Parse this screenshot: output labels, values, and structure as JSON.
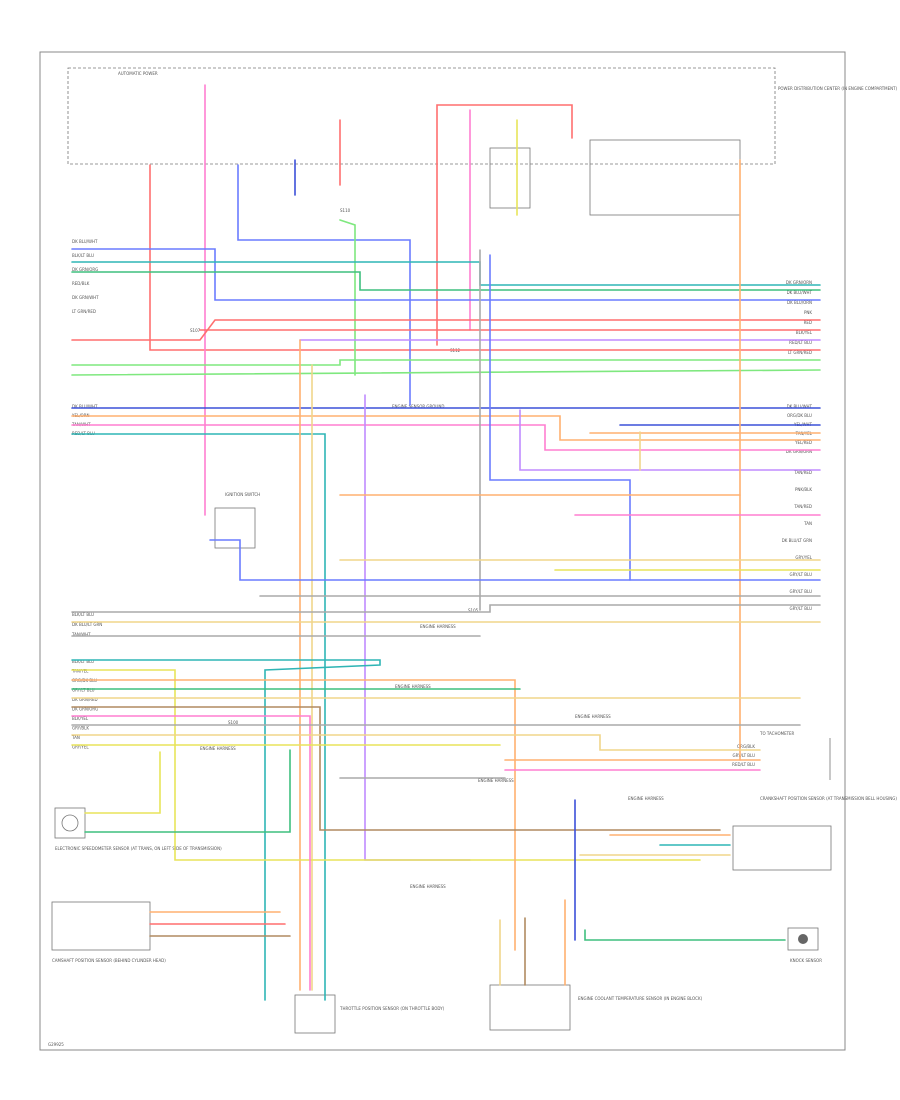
{
  "diagram": {
    "figure_id": "G29925",
    "palette": {
      "red": "#ff6f6f",
      "pink": "#ff7fd0",
      "orange": "#ffb070",
      "tan": "#f0d58a",
      "yellow": "#e8e45a",
      "green": "#7fe87f",
      "dkgreen": "#3fbf7f",
      "teal": "#2fb5b5",
      "blue": "#6a7cff",
      "dkblue": "#3c50d8",
      "violet": "#c08bff",
      "gray": "#aaaaaa",
      "brown": "#b08a60",
      "black": "#555555"
    },
    "components": {
      "pdc": "AUTOMATIC POWER",
      "pdc_side": "POWER DISTRIBUTION CENTER (IN ENGINE COMPARTMENT)",
      "ignition": "IGNITION SWITCH",
      "engine_sensor_ground": "ENGINE SENSOR GROUND",
      "splice_s107": "S107",
      "splice_s110": "S110",
      "splice_s112": "S112",
      "splice_s105": "S105",
      "splice_s100": "S100",
      "harness_a": "ENGINE HARNESS",
      "harness_b": "ENGINE HARNESS",
      "harness_c": "ENGINE HARNESS",
      "harness_d": "ENGINE HARNESS",
      "harness_e": "ENGINE HARNESS",
      "harness_f": "ENGINE HARNESS",
      "harness_g": "ENGINE HARNESS",
      "speedo": "ELECTRONIC SPEEDOMETER SENSOR (AT TRANS, ON LEFT SIDE OF TRANSMISSION)",
      "cmp_sensor": "CAMSHAFT POSITION SENSOR (BEHIND CYLINDER HEAD)",
      "ckp_sensor": "CRANKSHAFT POSITION SENSOR (AT TRANSMISSION BELL HOUSING)",
      "throttle_pos": "THROTTLE POSITION SENSOR (ON THROTTLE BODY)",
      "knock": "KNOCK SENSOR",
      "ect": "ENGINE COOLANT TEMPERATURE SENSOR (IN ENGINE BLOCK)",
      "tach": "TO TACHOMETER"
    },
    "wires_left_top": [
      "DK BLU/WHT",
      "BLK/LT BLU",
      "DK GRN/ORG",
      "RED/BLK",
      "DK GRN/WHT",
      "LT GRN/RED"
    ],
    "wires_left_mid": [
      "DK BLU/WHT",
      "YEL/ORN",
      "TAN/WHT",
      "RED/LT BLU"
    ],
    "wires_left_low": [
      "BLK/LT BLU",
      "DK BLU/LT GRN",
      "TAN/WHT"
    ],
    "wires_left_bottom": [
      "BLK/LT BLU",
      "TAN/YEL",
      "ORG/DK BLU",
      "GRY/LT BLU",
      "DK GRN/RED",
      "DK GRN/ORG",
      "BLK/YEL",
      "GRY/BLK",
      "TAN",
      "GRY/YEL"
    ],
    "wires_right_top": [
      "DK GRN/ORN",
      "DK BLU/WHT",
      "DK BLU/ORN",
      "PNK",
      "RED",
      "BLK/YEL",
      "RED/LT BLU",
      "LT GRN/RED"
    ],
    "wires_right_mid": [
      "DK BLU/WHT",
      "ORG/DK BLU",
      "YEL/WHT",
      "TAN/YEL",
      "YEL/RED",
      "DK GRN/ORN"
    ],
    "wires_right_low": [
      "TAN/RED",
      "PNK/BLK",
      "TAN/RED",
      "TAN",
      "DK BLU/LT GRN",
      "GRY/YEL",
      "GRY/LT BLU",
      "GRY/LT BLU",
      "GRY/LT BLU"
    ],
    "wires_right_bottom": [
      "ORG/BLK",
      "GRY/LT BLU",
      "RED/LT BLU"
    ]
  }
}
